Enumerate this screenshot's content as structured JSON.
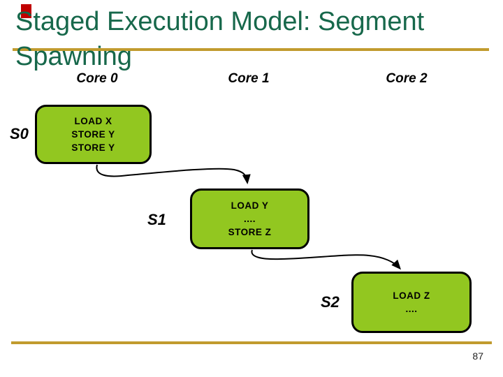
{
  "slide": {
    "title": "Staged Execution Model: Segment Spawning",
    "page_number": "87",
    "columns": [
      {
        "label": "Core 0"
      },
      {
        "label": "Core 1"
      },
      {
        "label": "Core 2"
      }
    ],
    "segments": [
      {
        "label": "S0",
        "core": "Core 0",
        "lines": [
          "LOAD X",
          "STORE Y",
          "STORE Y"
        ]
      },
      {
        "label": "S1",
        "core": "Core 1",
        "lines": [
          "LOAD Y",
          "....",
          "STORE Z"
        ]
      },
      {
        "label": "S2",
        "core": "Core 2",
        "lines": [
          "LOAD Z",
          "...."
        ]
      }
    ],
    "arrows": [
      {
        "from": "S0",
        "to": "S1"
      },
      {
        "from": "S1",
        "to": "S2"
      }
    ],
    "colors": {
      "title_green": "#17684b",
      "divider_gold": "#c19b2e",
      "segment_box_green": "#92c720",
      "segment_box_border": "#000000",
      "accent_red": "#c00000",
      "text_black": "#000000"
    }
  }
}
